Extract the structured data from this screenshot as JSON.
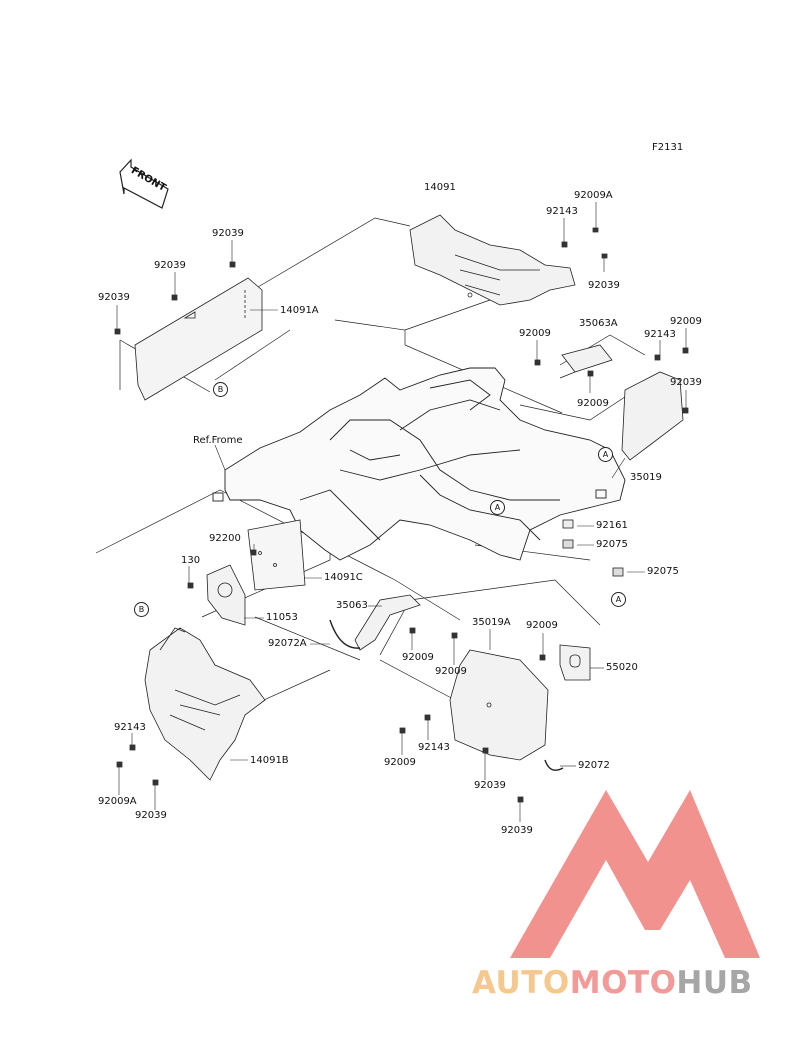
{
  "figure_code": "F2131",
  "front_marker": "FRONT",
  "ref_frame": "Ref.Frome",
  "parts": {
    "p14091": "14091",
    "p92009A_top": "92009A",
    "p92143_top": "92143",
    "p92039_top_right": "92039",
    "p35063A": "35063A",
    "p92009_mid": "92009",
    "p92009_mid2": "92009",
    "p92009_right": "92009",
    "p92143_right": "92143",
    "p92039_right": "92039",
    "p35019": "35019",
    "p92039_left1": "92039",
    "p92039_left2": "92039",
    "p92039_left3": "92039",
    "p14091A": "14091A",
    "p92161": "92161",
    "p92075_a": "92075",
    "p92075_b": "92075",
    "p92200": "92200",
    "p130": "130",
    "p14091C": "14091C",
    "p11053": "11053",
    "p35063": "35063",
    "p92072A": "92072A",
    "p92009_bl1": "92009",
    "p92009_bl2": "92009",
    "p35019A": "35019A",
    "p92009_b3": "92009",
    "p55020": "55020",
    "p92143_b": "92143",
    "p92009_b4": "92009",
    "p92039_b1": "92039",
    "p92072": "92072",
    "p92039_b2": "92039",
    "p92143_bl": "92143",
    "p92009A_bl": "92009A",
    "p92039_bl": "92039",
    "p14091B": "14091B"
  },
  "callouts": {
    "B_upper": "B",
    "B_lower": "B",
    "A_1": "A",
    "A_2": "A",
    "A_3": "A"
  },
  "watermark": {
    "part1": "AUTO",
    "part2": "MOTO",
    "part3": "HUB",
    "colors": {
      "auto": "#f5c88e",
      "moto": "#f29a98",
      "hub": "#a6a6a6",
      "logo": "#f08c88"
    }
  }
}
